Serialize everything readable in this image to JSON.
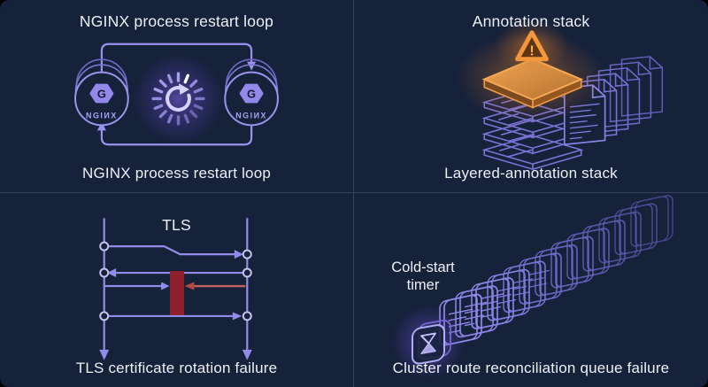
{
  "colors": {
    "background": "#16213a",
    "line_purple": "#9a92ec",
    "wireframe_purple": "#7b73d6",
    "accent_orange": "#f0973f",
    "error_red": "#8e202c",
    "red_arrow": "#c4625f",
    "text": "#edf0f7"
  },
  "panels": {
    "nginx_loop": {
      "title": "NGINX process restart loop",
      "caption": "NGINX process restart loop",
      "node_g": "G",
      "node_label": "NGIИX"
    },
    "annotation_stack": {
      "title": "Annotation stack",
      "caption": "Layered-annotation stack",
      "warning_char": "!"
    },
    "tls": {
      "title": "TLS",
      "caption": "TLS certificate rotation failure"
    },
    "queue": {
      "label": "Cold-start timer",
      "caption": "Cluster route reconciliation queue failure"
    }
  }
}
